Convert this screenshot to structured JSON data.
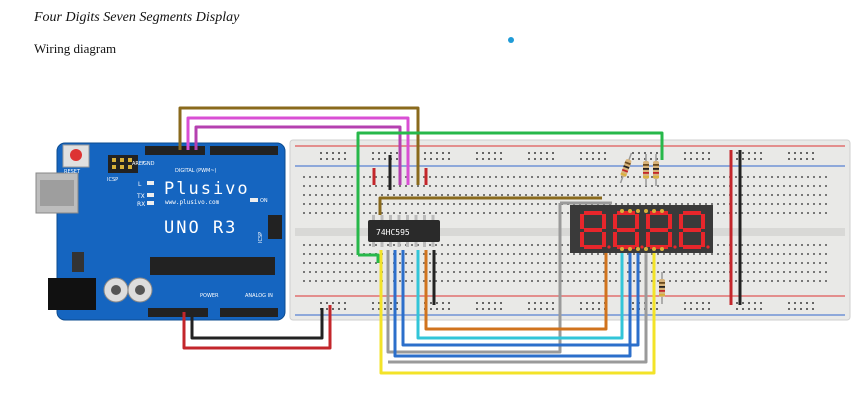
{
  "page": {
    "title": "Four Digits Seven Segments Display",
    "subtitle": "Wiring diagram"
  },
  "board": {
    "brand": "Plusivo",
    "website": "www.plusivo.com",
    "model": "UNO R3",
    "reset": "RESET",
    "icsp": "ICSP",
    "icsp2": "ICSP",
    "on": "ON",
    "tx": "TX",
    "rx": "RX",
    "l": "L",
    "digital": "DIGITAL (PWM~)",
    "power": "POWER",
    "analog": "ANALOG IN",
    "aref": "AREF",
    "gnd": "GND"
  },
  "chip": {
    "label": "74HC595"
  },
  "display": {
    "digits": 4,
    "color": "#e8262b"
  },
  "colors": {
    "board": "#1565c0",
    "breadboard": "#e9e9e7",
    "wire_brown": "#8a6a1c",
    "wire_pink": "#d94fd4",
    "wire_magenta": "#b540b0",
    "wire_green": "#27b84a",
    "wire_red": "#c3262b",
    "wire_black": "#222222",
    "wire_orange": "#d0731e",
    "wire_blue": "#2c6fcb",
    "wire_cyan": "#32c5d8",
    "wire_yellow": "#f3e328",
    "wire_gray": "#9a9a9a",
    "accent_dot": "#1f9bd7"
  }
}
